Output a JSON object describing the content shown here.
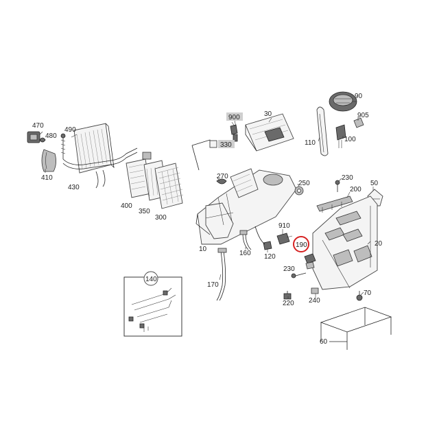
{
  "diagram": {
    "callouts": {
      "c470": "470",
      "c480": "480",
      "c490": "490",
      "c410": "410",
      "c430": "430",
      "c400": "400",
      "c350": "350",
      "c300": "300",
      "c900": "900",
      "c330": "330",
      "c30": "30",
      "c90": "90",
      "c905": "905",
      "c110": "110",
      "c100": "100",
      "c270": "270",
      "c250": "250",
      "c230a": "230",
      "c200": "200",
      "c50": "50",
      "c10": "10",
      "c160": "160",
      "c910": "910",
      "c120": "120",
      "c190": "190",
      "c20": "20",
      "c170": "170",
      "c230b": "230",
      "c220": "220",
      "c240": "240",
      "c70": "70",
      "c140": "140",
      "c60": "60"
    },
    "highlight": {
      "color": "#d62020"
    }
  }
}
